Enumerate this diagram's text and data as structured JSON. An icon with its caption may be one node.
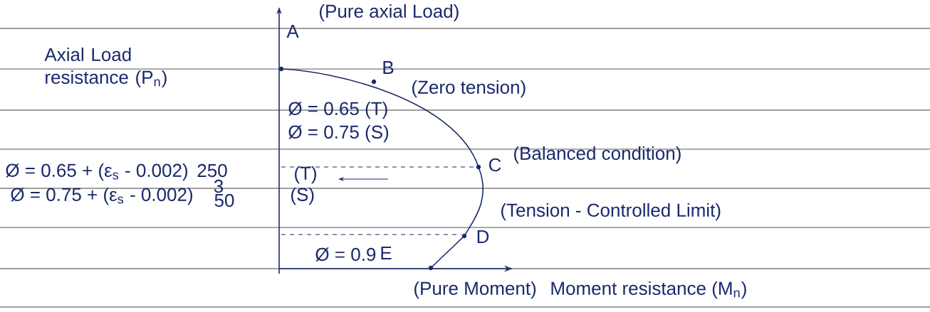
{
  "diagram": {
    "labels": [
      "(Pure axial Load)",
      "A",
      "Axial Load resistance (P$_{n}$)",
      "B",
      "(Zero tension)",
      "Ø = 0.65 (T)",
      "Ø = 0.75 (S)",
      "C",
      "(Balanced condition)",
      "Ø = 0.65 + (ε$_{s}$ - 0.002)",
      "250",
      "(T)",
      "3",
      "Ø = 0.75 + (ε$_{s}$ - 0.002)",
      "50",
      "(S)",
      "(Tension - Controlled Limit)",
      "D",
      "Ø = 0.9",
      "E",
      "(Pure Moment)",
      "Moment resistance (M$_{n}$)"
    ]
  }
}
